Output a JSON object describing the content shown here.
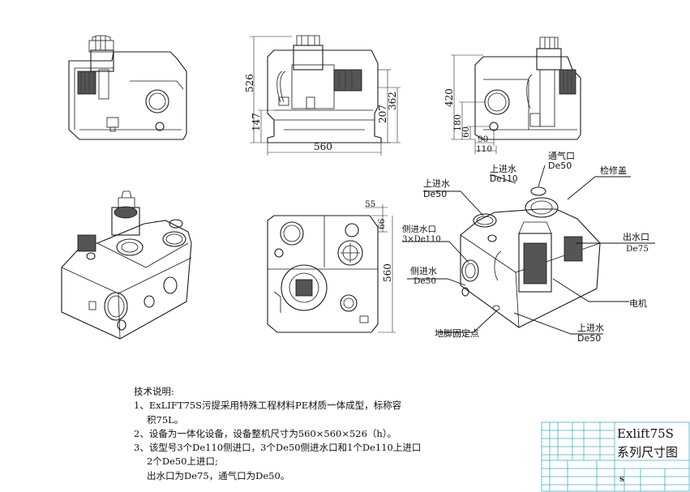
{
  "dimensions": {
    "front_height": "526",
    "front_width": "560",
    "front_inlet_height": "362",
    "front_mid_height": "207",
    "front_low_height": "147",
    "side_height": "420",
    "side_mid": "180",
    "side_low": "60",
    "side_w1": "90",
    "side_w2": "110",
    "top_d1": "55",
    "top_d2": "66",
    "top_depth": "560"
  },
  "callouts": {
    "vent_name": "通气口",
    "vent_size": "De50",
    "top_inlet_name": "上进水",
    "top_inlet_size": "De110",
    "top_inlet2_name": "上进水",
    "top_inlet2_size": "De50",
    "cover_name": "检修盖",
    "side_inlet_name": "侧进水口",
    "side_inlet_size": "3×De110",
    "outlet_name": "出水口",
    "outlet_size": "De75",
    "side_inlet2_name": "侧进水",
    "side_inlet2_size": "De50",
    "motor_name": "电机",
    "top_inlet3_name": "上进水",
    "top_inlet3_size": "De50",
    "anchor_name": "地脚固定点"
  },
  "notes": {
    "heading": "技术说明:",
    "line1": "1、ExLIFT75S污提采用特殊工程材料PE材质一体成型，标称容",
    "line1b": "积75L。",
    "line2": "2、设备为一体化设备，设备整机尺寸为560×560×526（h）。",
    "line3": "3、该型号3个De110侧进口，3个De50侧进水口和1个De110上进口",
    "line3b": "2个De50上进口;",
    "line3c": "出水口为De75，通气口为De50。"
  },
  "title_block": {
    "title_line1": "Exlift75S",
    "title_line2": "系列尺寸图",
    "scale": "S"
  }
}
